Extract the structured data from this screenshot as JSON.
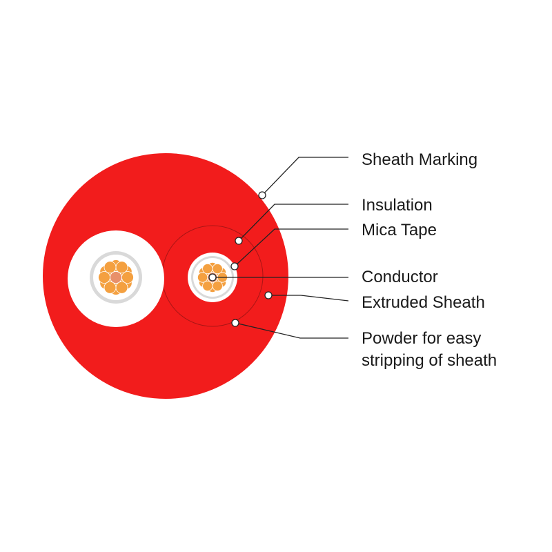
{
  "colors": {
    "sheath": "#f21c1c",
    "insulation": "#ffffff",
    "mica_tape": "#d9d9d9",
    "conductor_strand": "#f4a040",
    "conductor_core": "#e8906a",
    "leader": "#222222"
  },
  "labels": {
    "sheath_marking": "Sheath Marking",
    "insulation": "Insulation",
    "mica_tape": "Mica Tape",
    "conductor": "Conductor",
    "extruded_sheath": "Extruded Sheath",
    "powder_line1": "Powder for easy",
    "powder_line2": "stripping of sheath"
  },
  "structure": {
    "cores": 2,
    "strands_per_core": 7
  }
}
